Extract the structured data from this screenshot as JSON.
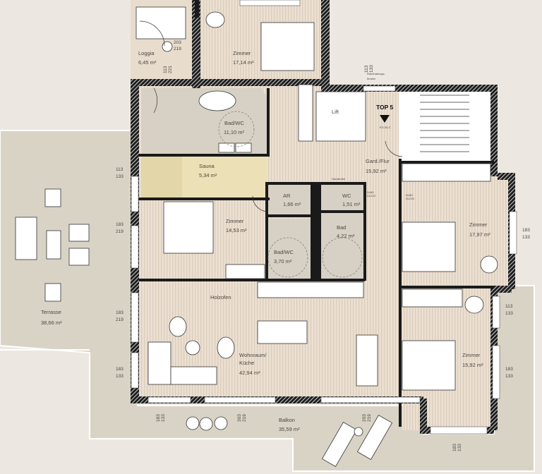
{
  "plan": {
    "unit_marker": "TOP 5",
    "colors": {
      "background": "#ece8e1",
      "outdoor": "#d9d3c6",
      "floor": "#e8dccd",
      "wet_room": "#d7d1c5",
      "sauna": "#ece0b6",
      "wall": "#1a1a1a"
    },
    "rooms": {
      "loggia": {
        "name": "Loggia",
        "area": "6,45 m²"
      },
      "zimmer_top": {
        "name": "Zimmer",
        "area": "17,14 m²"
      },
      "bad_wc_large": {
        "name": "Bad/WC",
        "area": "11,10 m²"
      },
      "lift": {
        "name": "Lift"
      },
      "flur": {
        "name": "Gard./Flur",
        "area": "15,92 m²"
      },
      "sauna": {
        "name": "Sauna",
        "area": "5,34 m²"
      },
      "ar": {
        "name": "AR",
        "area": "1,66 m²"
      },
      "wc": {
        "name": "WC",
        "area": "1,51 m²"
      },
      "zimmer_mid": {
        "name": "Zimmer",
        "area": "14,53 m²"
      },
      "bad": {
        "name": "Bad",
        "area": "4,22 m²"
      },
      "bad_wc_small": {
        "name": "Bad/WC",
        "area": "3,70 m²"
      },
      "zimmer_right": {
        "name": "Zimmer",
        "area": "17,97 m²"
      },
      "zimmer_bottom_right": {
        "name": "Zimmer",
        "area": "15,92 m²"
      },
      "wohnraum": {
        "name_1": "Wohnraum/",
        "name_2": "Küche",
        "area": "42,94 m²"
      },
      "terrasse": {
        "name": "Terrasse",
        "area": "38,66 m²"
      },
      "balkon": {
        "name": "Balkon",
        "area": "35,59 m²"
      }
    },
    "annotations": {
      "holzofen": "Holzofen",
      "garderobe": "Garderobe",
      "rauchabzug_1": "Rauchabzugs-",
      "rauchabzug_2": "fenster",
      "lift_door": "EG 30-C"
    },
    "dimensions": [
      {
        "top": "203",
        "bottom": "219"
      },
      {
        "top": "113",
        "bottom": "221"
      },
      {
        "top": "113",
        "bottom": "133"
      },
      {
        "top": "113",
        "bottom": "133"
      },
      {
        "top": "183",
        "bottom": "219"
      },
      {
        "top": "183",
        "bottom": "219"
      },
      {
        "top": "183",
        "bottom": "133"
      },
      {
        "top": "183",
        "bottom": "133"
      },
      {
        "top": "113",
        "bottom": "133"
      },
      {
        "top": "183",
        "bottom": "133"
      },
      {
        "top": "183",
        "bottom": "133"
      },
      {
        "top": "303",
        "bottom": "219"
      },
      {
        "top": "203",
        "bottom": "219"
      },
      {
        "top": "183",
        "bottom": "133"
      }
    ],
    "door_label": {
      "width": "DL80",
      "height": "DL210"
    }
  }
}
